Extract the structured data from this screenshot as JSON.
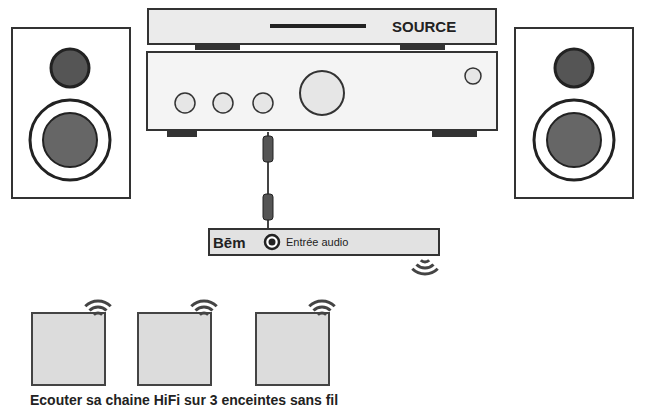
{
  "diagram": {
    "caption": "Ecouter sa chaine HiFi sur 3 enceintes sans fil",
    "nodes": [
      {
        "text": [
          "SOURCE"
        ]
      },
      {
        "text": [
          "Bēm",
          "Entrée audio"
        ]
      }
    ]
  }
}
